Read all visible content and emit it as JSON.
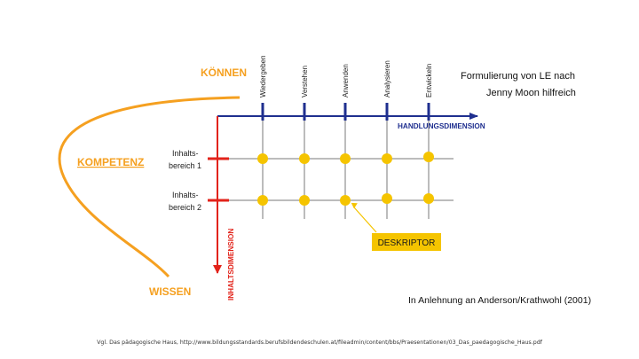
{
  "labels": {
    "koennen": "KÖNNEN",
    "kompetenz": "KOMPETENZ",
    "wissen": "WISSEN",
    "handlungsdimension": "HANDLUNGSDIMENSION",
    "inhaltsdimension": "INHALTSDIMENSION",
    "deskriptor": "DESKRIPTOR"
  },
  "columns": [
    "Wiedergeben",
    "Verstehen",
    "Anwenden",
    "Analysieren",
    "Entwickeln"
  ],
  "rows": [
    {
      "line1": "Inhalts-",
      "line2": "bereich 1"
    },
    {
      "line1": "Inhalts-",
      "line2": "bereich 2"
    }
  ],
  "note": {
    "line1": "Formulierung von LE nach",
    "line2": "Jenny Moon hilfreich"
  },
  "citation": "In Anlehnung an Anderson/Krathwohl (2001)",
  "footer": "Vgl. Das pädagogische Haus, http://www.bildungsstandards.berufsbildendeschulen.at/fileadmin/content/bbs/Praesentationen/03_Das_paedagogische_Haus.pdf",
  "colors": {
    "orange": "#f5a020",
    "navy": "#1f2f8f",
    "red": "#e2231a",
    "dot": "#f5c400",
    "grid": "#7a7a7a",
    "deskriptor_bg": "#f5c400"
  }
}
